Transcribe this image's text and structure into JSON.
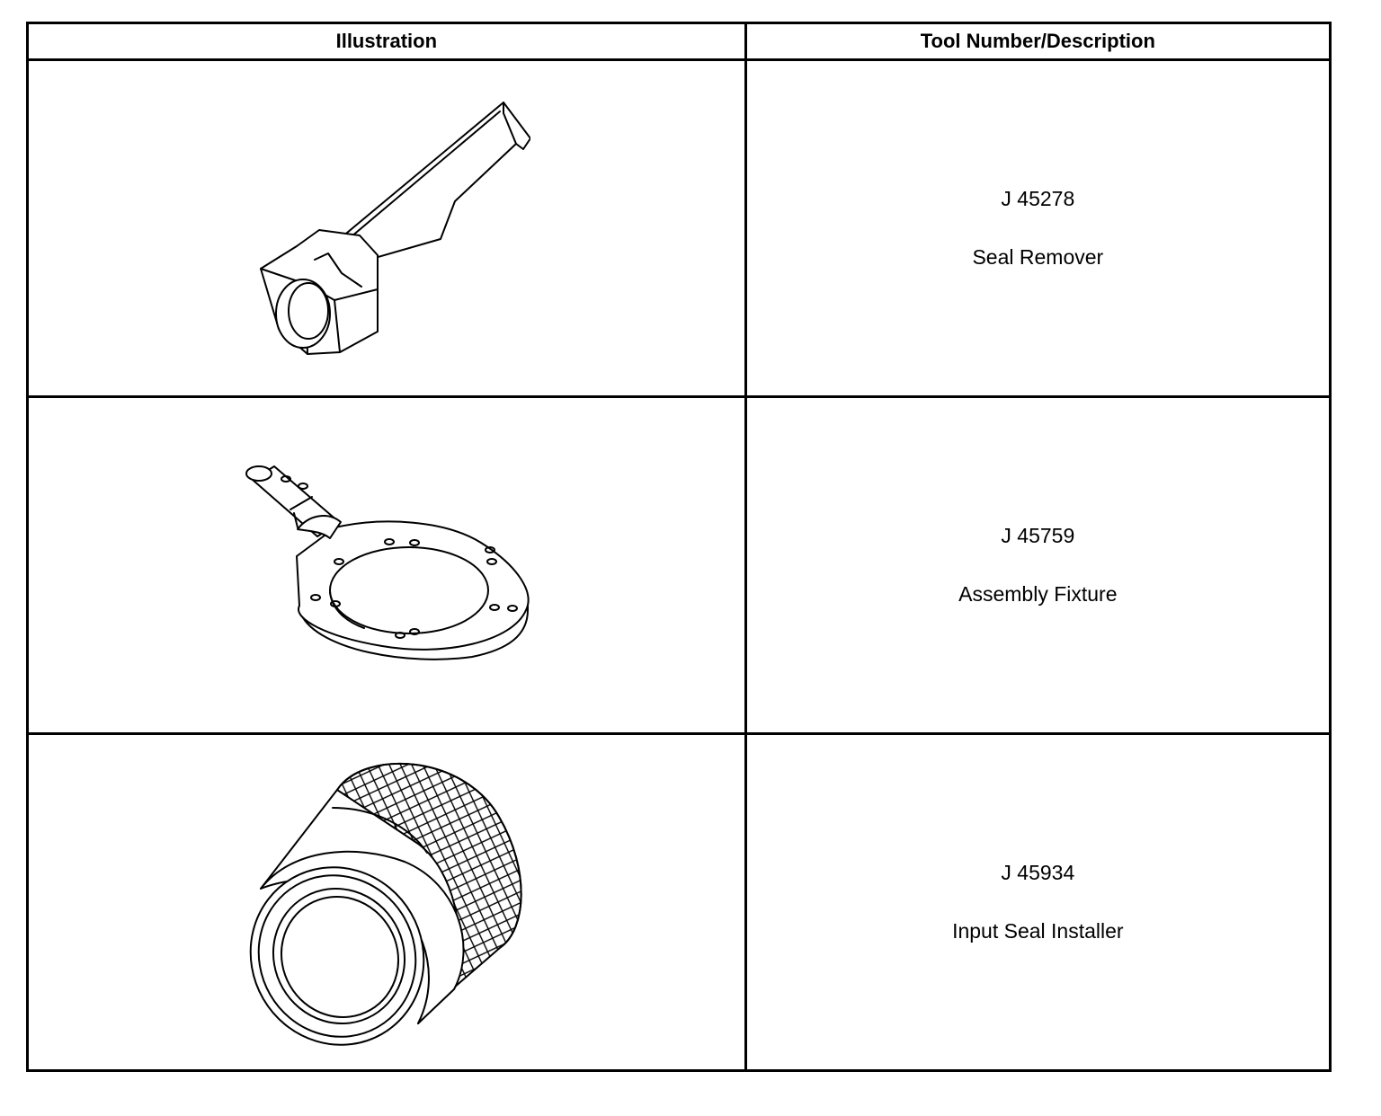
{
  "table": {
    "headers": {
      "illustration": "Illustration",
      "description": "Tool Number/Description"
    },
    "rows": [
      {
        "number": "J 45278",
        "name": "Seal Remover",
        "icon": "seal-remover-icon"
      },
      {
        "number": "J 45759",
        "name": "Assembly Fixture",
        "icon": "assembly-fixture-icon"
      },
      {
        "number": "J 45934",
        "name": "Input Seal Installer",
        "icon": "input-seal-installer-icon"
      }
    ]
  }
}
